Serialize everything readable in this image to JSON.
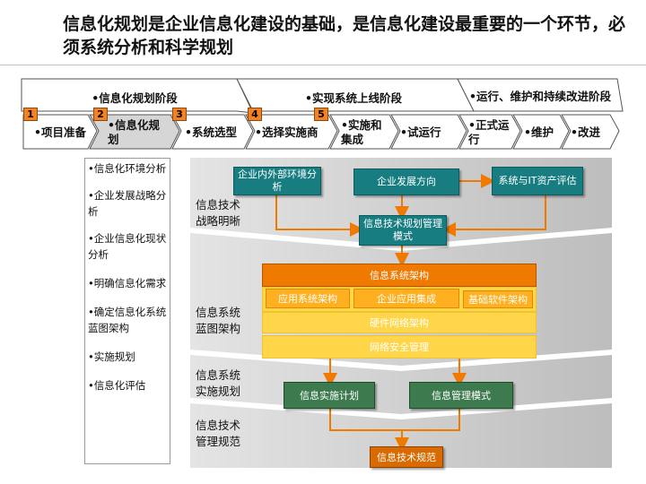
{
  "title": "信息化规划是企业信息化建设的基础，是信息化建设最重要的一个环节，必须系统分析和科学规划",
  "phases": [
    {
      "label": "•信息化规划阶段"
    },
    {
      "label": "•实现系统上线阶段"
    },
    {
      "label": "•运行、维护和持续改进阶段"
    }
  ],
  "steps": [
    {
      "label": "•项目准备",
      "number": "1"
    },
    {
      "label": "•信息化规划",
      "number": "2"
    },
    {
      "label": "•系统选型",
      "number": "3"
    },
    {
      "label": "•选择实施商",
      "number": "4"
    },
    {
      "label": "•实施和集成",
      "number": "5"
    },
    {
      "label": "•试运行"
    },
    {
      "label": "•正式运行"
    },
    {
      "label": "•维护"
    },
    {
      "label": "•改进"
    }
  ],
  "tasks": [
    "•信息化环境分析",
    "•企业发展战略分析",
    "•企业信息化现状分析",
    "•明确信息化需求",
    "•确定信息化系统蓝图架构",
    "•实施规划",
    "•信息化评估"
  ],
  "bands": [
    {
      "label": "信息技术战略明晰"
    },
    {
      "label": "信息系统蓝图架构"
    },
    {
      "label": "信息系统实施规划"
    },
    {
      "label": "信息技术管理规范"
    }
  ],
  "boxes": {
    "env_analysis": "企业内外部环境分析",
    "dev_direction": "企业发展方向",
    "it_assessment": "系统与IT资产评估",
    "it_plan_mode": "信息技术规划管理模式",
    "arch": "信息系统架构",
    "app_arch": "应用系统架构",
    "app_integration": "企业应用集成",
    "base_sw": "基础软件架构",
    "hw_net": "硬件网络架构",
    "net_security": "网络安全管理",
    "impl_plan": "信息实施计划",
    "mgmt_mode": "信息管理模式",
    "it_standard": "信息技术规范"
  },
  "colors": {
    "accent_orange": "#f58220",
    "teal": "#177d80",
    "green": "#3d7b4f",
    "arrow": "#f07a00"
  }
}
